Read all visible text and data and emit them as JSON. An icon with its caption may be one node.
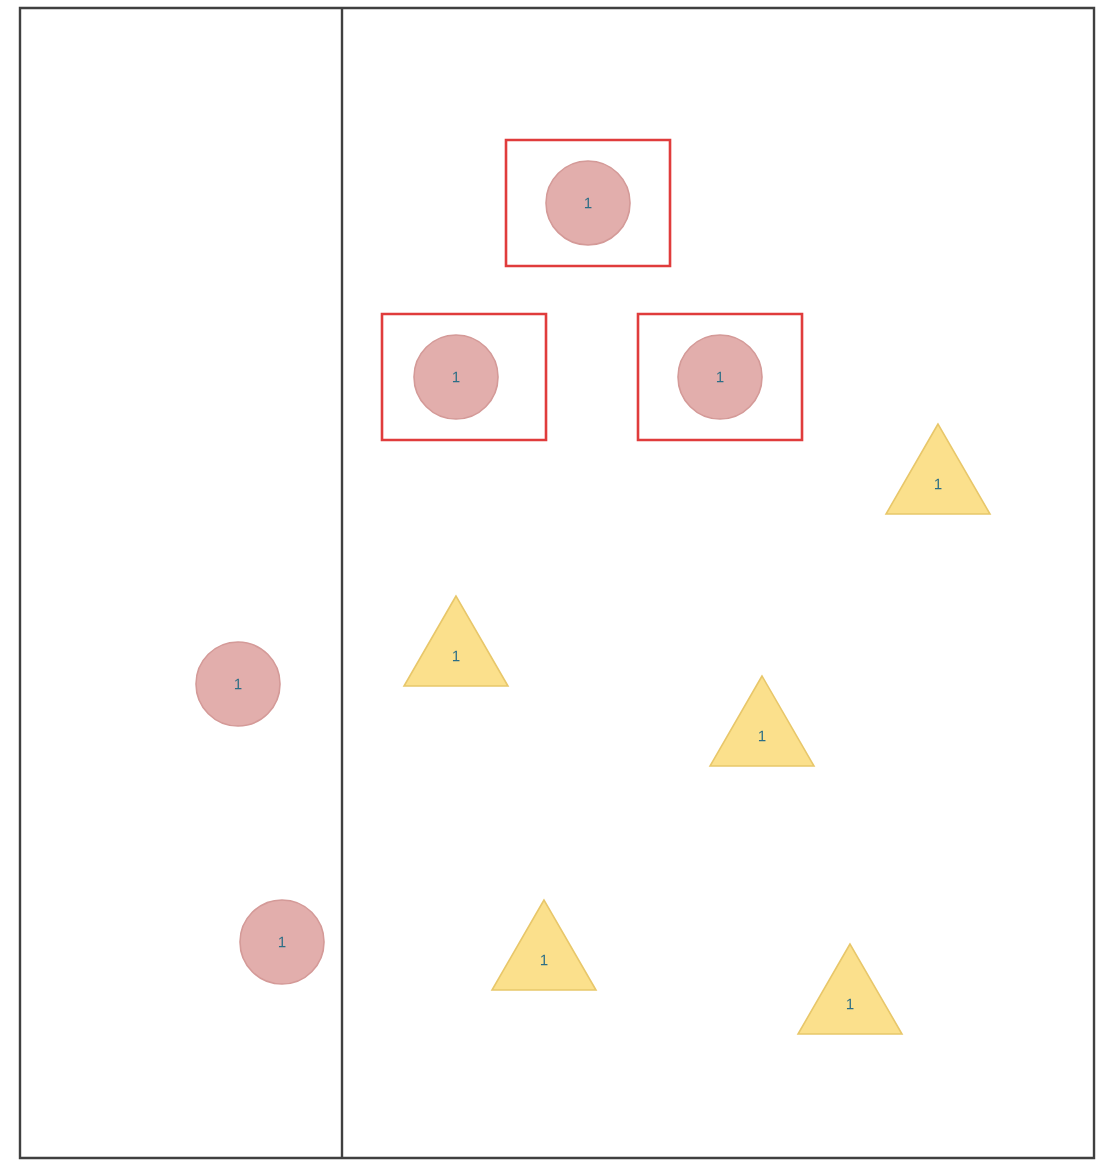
{
  "diagram": {
    "nodes": [
      {
        "text": [],
        "shape": "box"
      },
      {
        "text": [
          "1"
        ],
        "in": 0
      },
      {
        "text": [],
        "shape": "box"
      },
      {
        "text": [
          "1"
        ],
        "in": 2
      },
      {
        "text": [],
        "shape": "box"
      },
      {
        "text": [
          "1"
        ],
        "in": 4
      },
      {
        "text": [
          "1"
        ]
      },
      {
        "text": [
          "1"
        ]
      },
      {
        "text": [
          "1"
        ]
      },
      {
        "text": [
          "1"
        ]
      },
      {
        "text": [
          "1"
        ]
      },
      {
        "text": [
          "1"
        ]
      },
      {
        "text": [
          "1"
        ]
      }
    ]
  }
}
